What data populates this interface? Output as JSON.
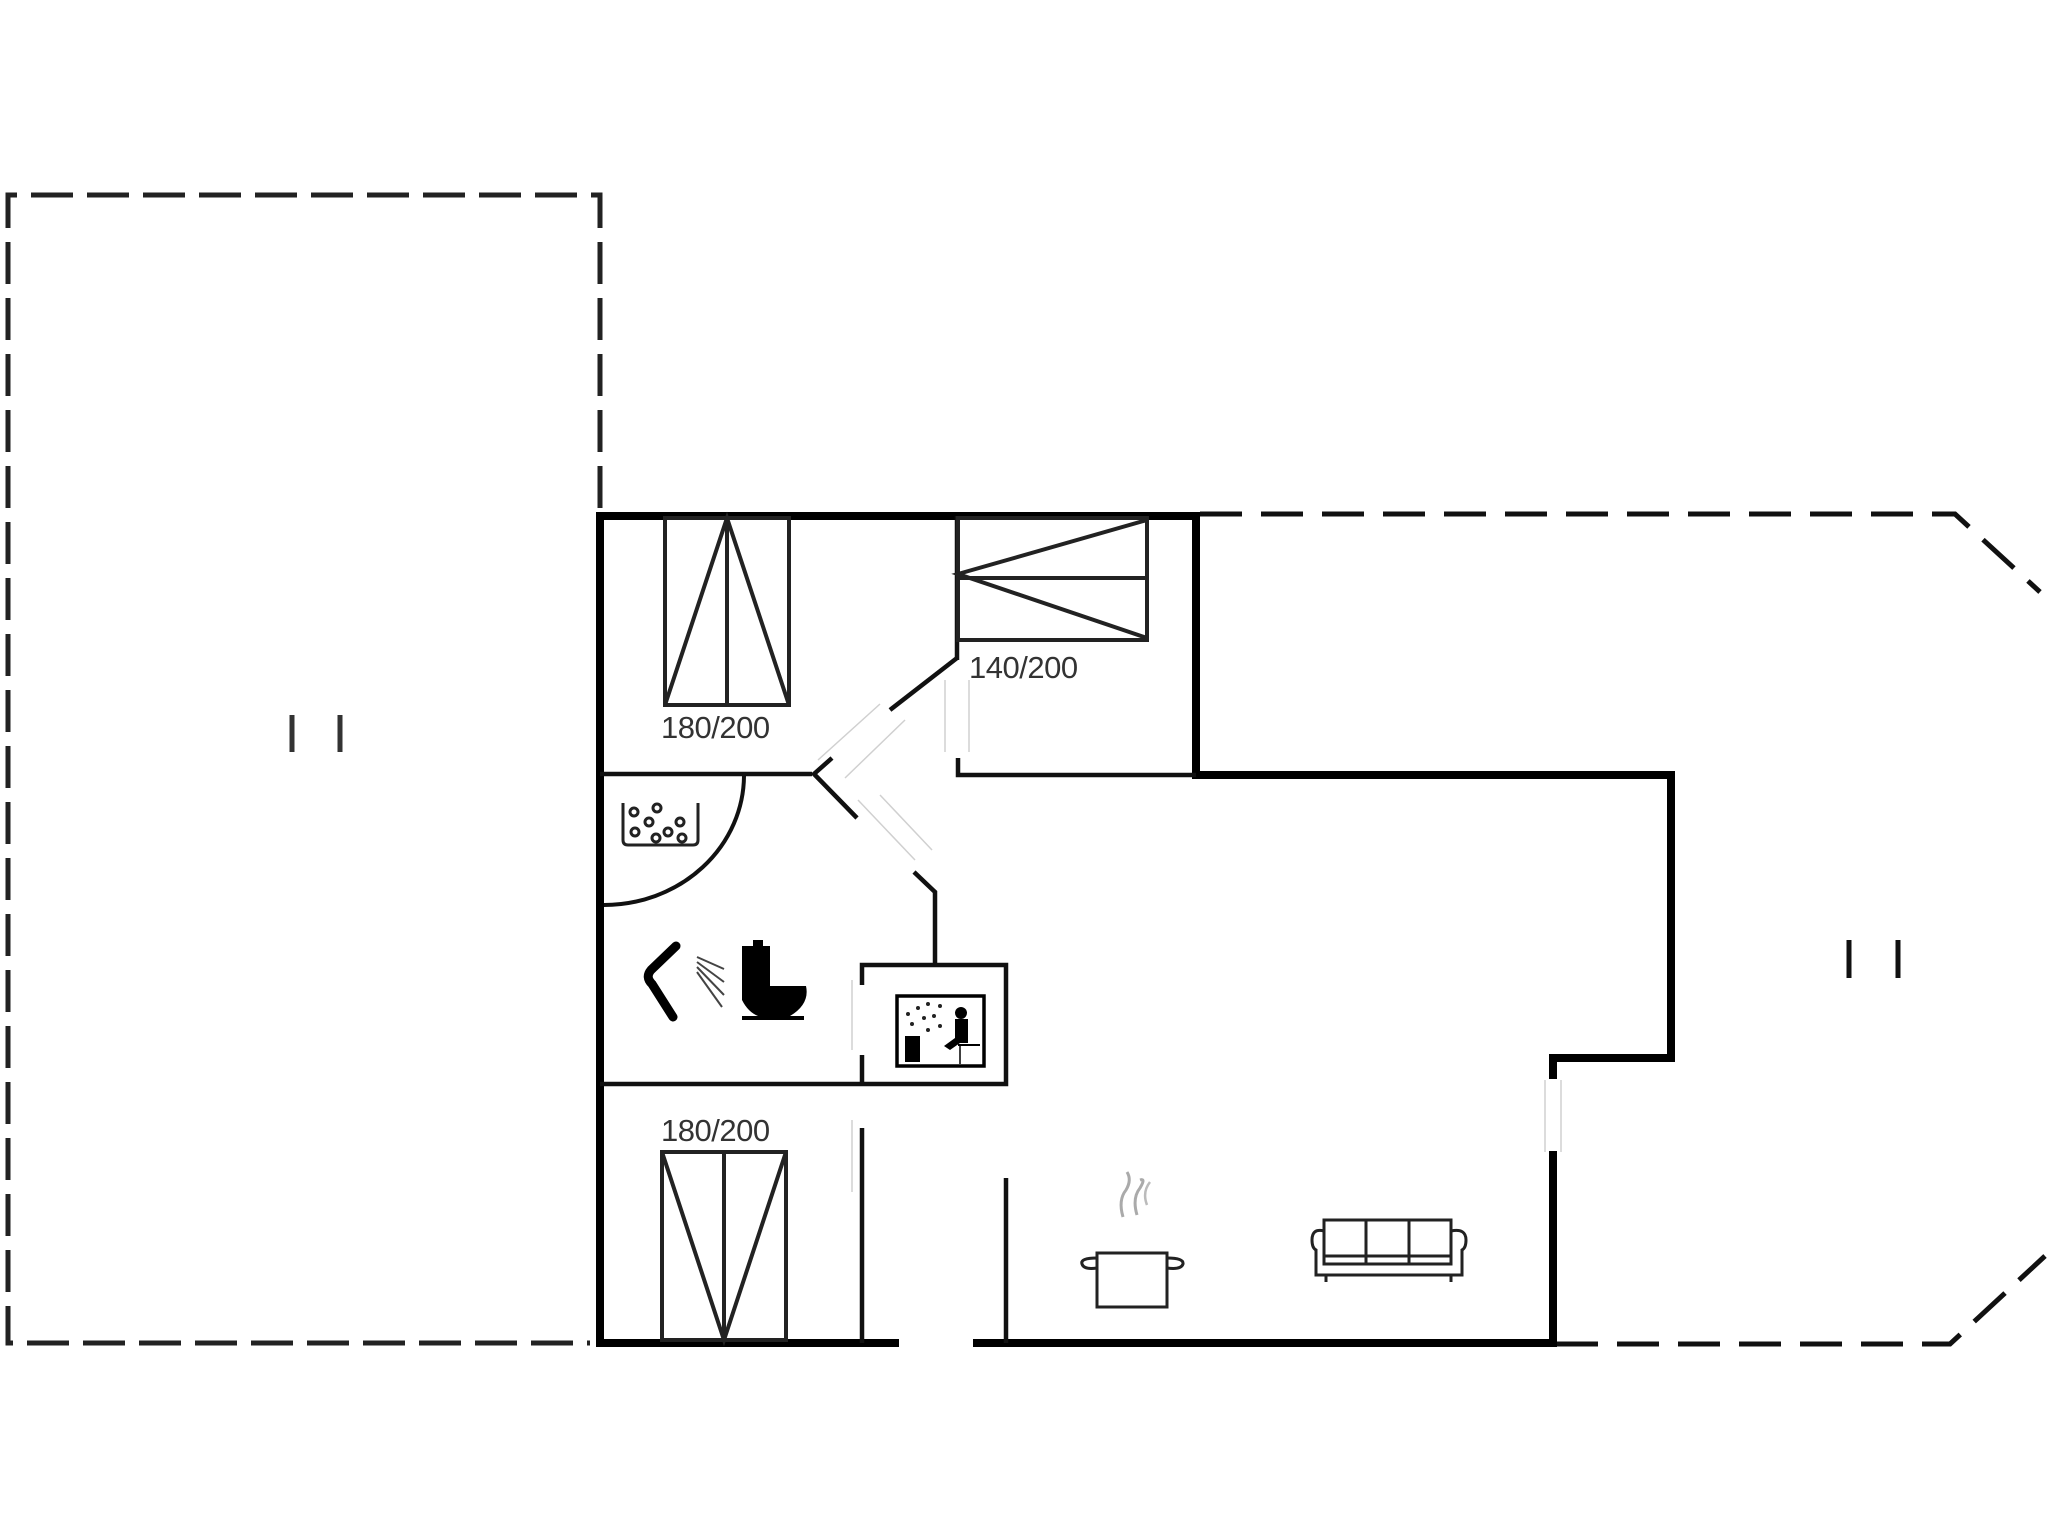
{
  "floorplan": {
    "title": "",
    "colors": {
      "wall": "#000000",
      "dashed_outline": "#111111",
      "door_ghost": "#cccccc",
      "label_text": "#333333",
      "background": "#ffffff"
    },
    "rooms": [
      {
        "id": "bedroom-1",
        "type": "bedroom",
        "bed_label": "180/200"
      },
      {
        "id": "bedroom-2",
        "type": "bedroom",
        "bed_label": "140/200"
      },
      {
        "id": "bathroom",
        "type": "bathroom",
        "fixtures": [
          "whirlpool-tub",
          "shower",
          "toilet"
        ]
      },
      {
        "id": "sauna",
        "type": "sauna",
        "fixtures": [
          "sauna"
        ]
      },
      {
        "id": "bedroom-3",
        "type": "bedroom",
        "bed_label": "180/200"
      },
      {
        "id": "living-kitchen",
        "type": "living",
        "fixtures": [
          "cooking-pot",
          "sofa"
        ]
      }
    ],
    "outdoor_areas": [
      {
        "id": "terrace-left",
        "type": "dashed-outline"
      },
      {
        "id": "terrace-right",
        "type": "dashed-outline"
      }
    ],
    "labels": {
      "bed1": "180/200",
      "bed2": "140/200",
      "bed3": "180/200"
    }
  }
}
